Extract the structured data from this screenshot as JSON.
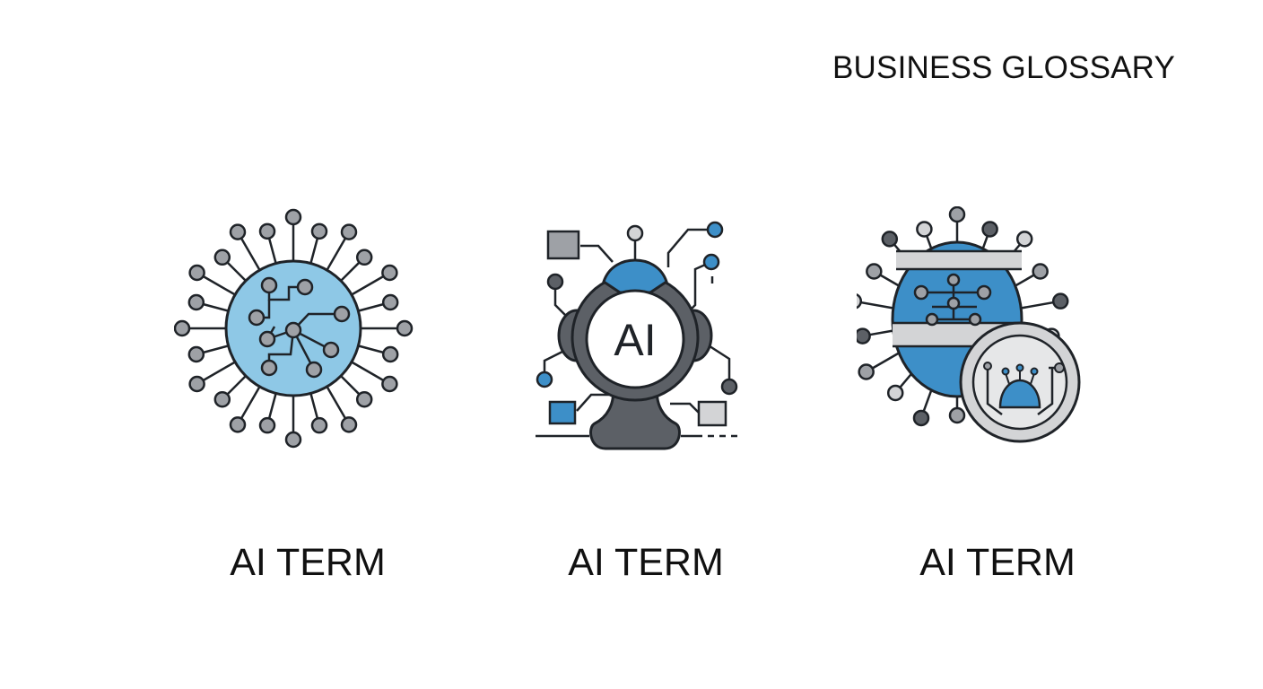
{
  "header": {
    "title": "BUSINESS GLOSSARY"
  },
  "colors": {
    "outline": "#1f2328",
    "light_blue": "#8ec8e6",
    "mid_blue": "#3d8fc8",
    "gray": "#9ea1a6",
    "dark_gray": "#5c6066",
    "light_gray": "#d3d4d6"
  },
  "cards": [
    {
      "icon": "neural-network-globe-icon",
      "label": "AI TERM"
    },
    {
      "icon": "ai-robot-head-icon",
      "label": "AI TERM"
    },
    {
      "icon": "ai-chip-network-icon",
      "label": "AI TERM"
    }
  ]
}
